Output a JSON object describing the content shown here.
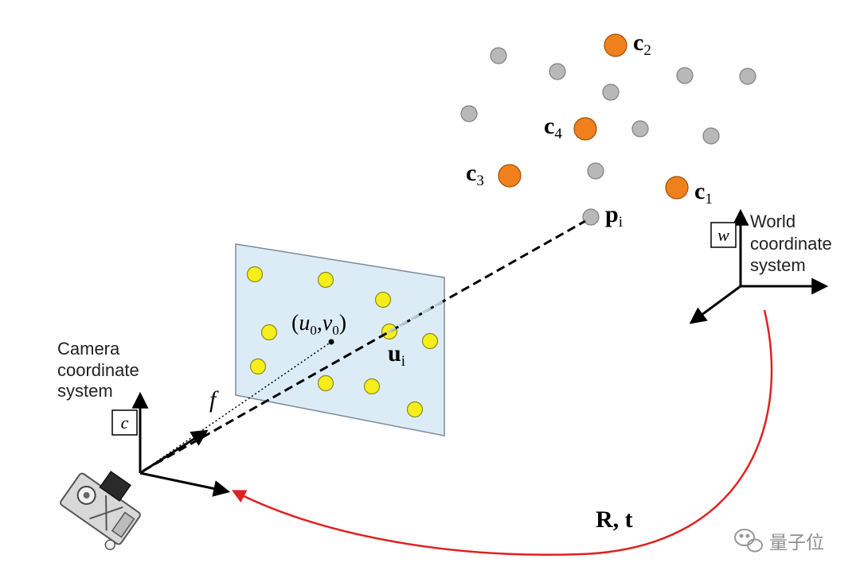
{
  "colors": {
    "world_point": "#b8b8b8",
    "control_point": "#f0801c",
    "image_point": "#f5ee1a",
    "image_plane": "#dcecf7",
    "transform_curve": "#e02020",
    "axis": "#000000"
  },
  "labels": {
    "c1": {
      "main": "c",
      "sub": "1"
    },
    "c2": {
      "main": "c",
      "sub": "2"
    },
    "c3": {
      "main": "c",
      "sub": "3"
    },
    "c4": {
      "main": "c",
      "sub": "4"
    },
    "pi": {
      "main": "p",
      "sub": "i"
    },
    "ui": {
      "main": "u",
      "sub": "i"
    },
    "principal_point": {
      "open": "(",
      "u": "u",
      "u_sub": "0",
      "comma": ",",
      "v": "v",
      "v_sub": "0",
      "close": ")"
    },
    "focal": "f",
    "transform": "R, t"
  },
  "world_frame": {
    "symbol": "w",
    "title_lines": [
      "World",
      "coordinate",
      "system"
    ]
  },
  "camera_frame": {
    "symbol": "c",
    "title_lines": [
      "Camera",
      "coordinate",
      "system"
    ]
  },
  "icons": {
    "camera": "camera-icon",
    "watermark": "wechat-icon"
  },
  "watermark": "量子位"
}
